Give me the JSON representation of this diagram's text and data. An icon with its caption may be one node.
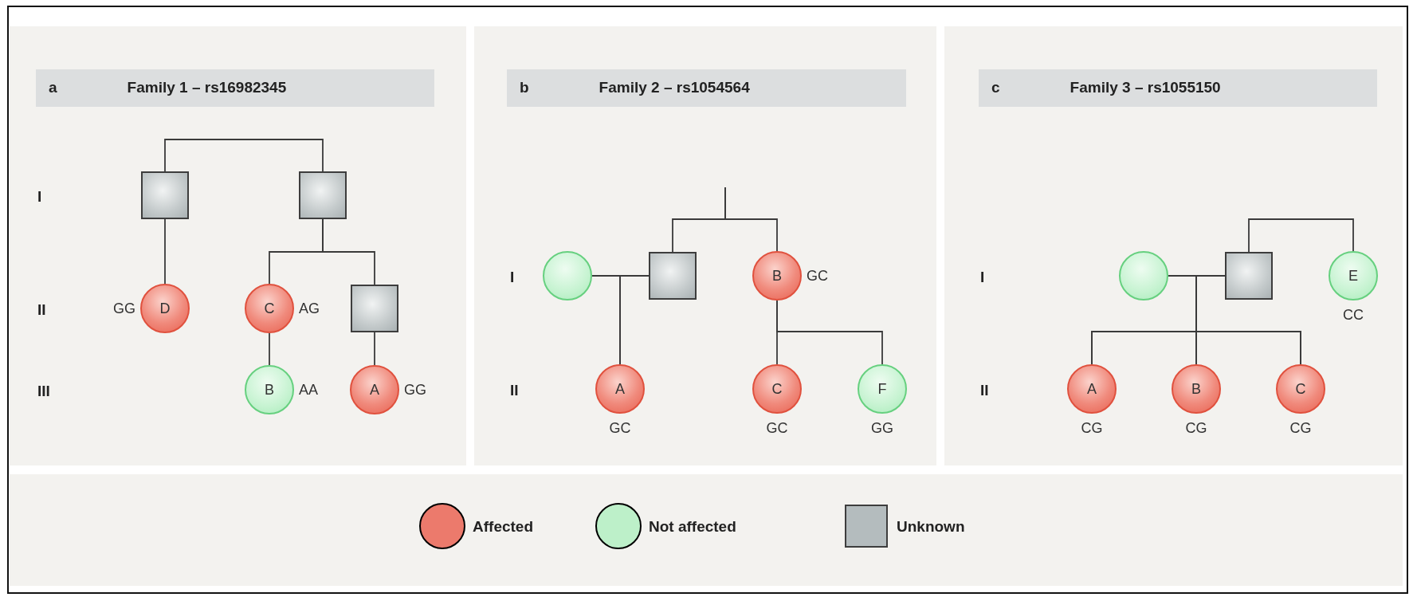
{
  "diagram": {
    "nodes": [
      {
        "text": [],
        "shape": "box"
      },
      {
        "text": [
          "a",
          "Family 1 – rs16982345"
        ],
        "in": 0
      },
      {
        "text": [],
        "shape": "box",
        "in": 0
      },
      {
        "text": [],
        "shape": "box",
        "in": 0
      },
      {
        "text": [
          "D"
        ],
        "beside": [
          "GG"
        ],
        "in": 0
      },
      {
        "text": [
          "C"
        ],
        "beside": [
          "AG"
        ],
        "in": 0
      },
      {
        "text": [],
        "shape": "box",
        "in": 0
      },
      {
        "text": [
          "B"
        ],
        "beside": [
          "AA"
        ],
        "in": 0
      },
      {
        "text": [
          "A"
        ],
        "beside": [
          "GG"
        ],
        "in": 0
      },
      {
        "text": [],
        "shape": "box"
      },
      {
        "text": [
          "b",
          "Family 2 – rs1054564"
        ],
        "in": 9
      },
      {
        "text": [],
        "shape": "circle",
        "in": 9
      },
      {
        "text": [],
        "shape": "box",
        "in": 9
      },
      {
        "text": [
          "B"
        ],
        "beside": [
          "GC"
        ],
        "in": 9
      },
      {
        "text": [
          "A"
        ],
        "beside": [
          "GC"
        ],
        "in": 9
      },
      {
        "text": [
          "C"
        ],
        "beside": [
          "GC"
        ],
        "in": 9
      },
      {
        "text": [
          "F"
        ],
        "beside": [
          "GG"
        ],
        "in": 9
      },
      {
        "text": [],
        "shape": "box"
      },
      {
        "text": [
          "c",
          "Family 3 – rs1055150"
        ],
        "in": 17
      },
      {
        "text": [],
        "shape": "circle",
        "in": 17
      },
      {
        "text": [],
        "shape": "box",
        "in": 17
      },
      {
        "text": [
          "E"
        ],
        "beside": [
          "CC"
        ],
        "in": 17
      },
      {
        "text": [
          "A"
        ],
        "beside": [
          "CG"
        ],
        "in": 17
      },
      {
        "text": [
          "B"
        ],
        "beside": [
          "CG"
        ],
        "in": 17
      },
      {
        "text": [
          "C"
        ],
        "beside": [
          "CG"
        ],
        "in": 17
      }
    ],
    "edges": [
      {
        "from": 2,
        "to": 3,
        "arrow": "none"
      },
      {
        "from": 2,
        "to": 4,
        "arrow": "none"
      },
      {
        "from": 3,
        "to": 5,
        "arrow": "none"
      },
      {
        "from": 3,
        "to": 6,
        "arrow": "none"
      },
      {
        "from": 5,
        "to": 7,
        "arrow": "none"
      },
      {
        "from": 6,
        "to": 8,
        "arrow": "none"
      },
      {
        "from": null,
        "to": 12,
        "arrow": "none"
      },
      {
        "from": null,
        "to": 13,
        "arrow": "none"
      },
      {
        "from": 11,
        "to": 12,
        "arrow": "none"
      },
      {
        "from": 11,
        "to": 14,
        "arrow": "none"
      },
      {
        "from": 12,
        "to": 14,
        "arrow": "none"
      },
      {
        "from": 13,
        "to": 15,
        "arrow": "none"
      },
      {
        "from": 13,
        "to": 16,
        "arrow": "none"
      },
      {
        "from": 20,
        "to": 21,
        "arrow": "none"
      },
      {
        "from": 19,
        "to": 20,
        "arrow": "none"
      },
      {
        "from": 19,
        "to": 22,
        "arrow": "none"
      },
      {
        "from": 20,
        "to": 22,
        "arrow": "none"
      },
      {
        "from": 19,
        "to": 23,
        "arrow": "none"
      },
      {
        "from": 20,
        "to": 23,
        "arrow": "none"
      },
      {
        "from": 19,
        "to": 24,
        "arrow": "none"
      },
      {
        "from": 20,
        "to": 24,
        "arrow": "none"
      }
    ],
    "labels": [
      "I",
      "II",
      "III",
      "I",
      "II",
      "I",
      "II"
    ],
    "legend": [
      {
        "text": "Affected",
        "color": "#ec7a6c"
      },
      {
        "text": "Not affected",
        "color": "#bdf0c9"
      },
      {
        "text": "Unknown",
        "color": "#b4bcbe"
      }
    ]
  }
}
